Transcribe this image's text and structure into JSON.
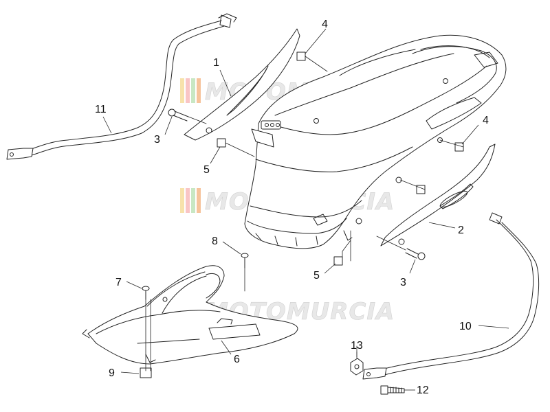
{
  "diagram": {
    "kind": "exploded parts diagram",
    "line_color": "#222222",
    "fill_color": "#ffffff",
    "callouts": [
      {
        "id": "c1",
        "label": "1"
      },
      {
        "id": "c2",
        "label": "2"
      },
      {
        "id": "c3a",
        "label": "3"
      },
      {
        "id": "c3b",
        "label": "3"
      },
      {
        "id": "c4a",
        "label": "4"
      },
      {
        "id": "c4b",
        "label": "4"
      },
      {
        "id": "c5a",
        "label": "5"
      },
      {
        "id": "c5b",
        "label": "5"
      },
      {
        "id": "c6",
        "label": "6"
      },
      {
        "id": "c7",
        "label": "7"
      },
      {
        "id": "c8",
        "label": "8"
      },
      {
        "id": "c9",
        "label": "9"
      },
      {
        "id": "c10",
        "label": "10"
      },
      {
        "id": "c11",
        "label": "11"
      },
      {
        "id": "c12",
        "label": "12"
      },
      {
        "id": "c13",
        "label": "13"
      }
    ]
  },
  "watermark": {
    "text": "MOTOMURCIA",
    "copies": 3,
    "stripe_colors": [
      "#f2d07a",
      "#f5a3a3",
      "#a8d8a0",
      "#f0a060"
    ]
  }
}
